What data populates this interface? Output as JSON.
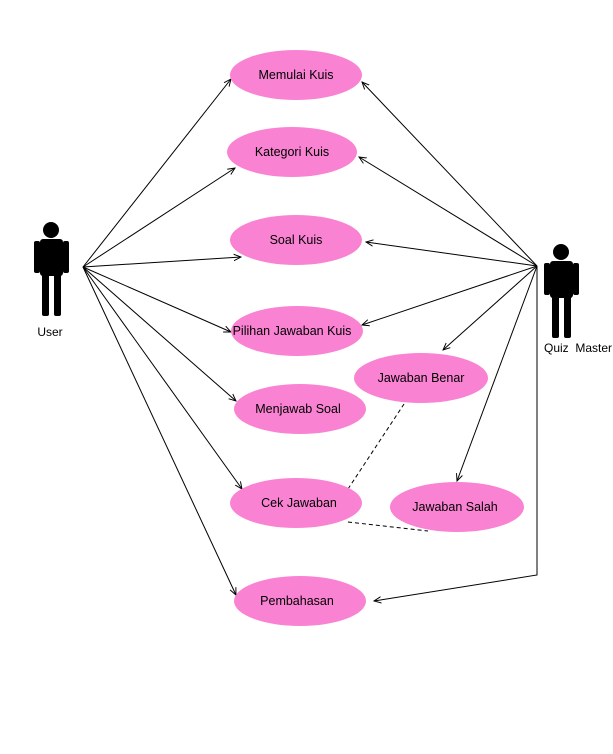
{
  "colors": {
    "use_case_fill": "#fa82d2",
    "actor": "#000000",
    "line": "#000000"
  },
  "actors": {
    "user": {
      "label": "User"
    },
    "quiz_master": {
      "label": "Quiz  Master"
    }
  },
  "use_cases": {
    "memulai_kuis": "Memulai Kuis",
    "kategori_kuis": "Kategori Kuis",
    "soal_kuis": "Soal Kuis",
    "pilihan_jawaban_kuis": "Pilihan Jawaban Kuis",
    "menjawab_soal": "Menjawab Soal",
    "cek_jawaban": "Cek Jawaban",
    "pembahasan": "Pembahasan",
    "jawaban_benar": "Jawaban Benar",
    "jawaban_salah": "Jawaban Salah"
  }
}
